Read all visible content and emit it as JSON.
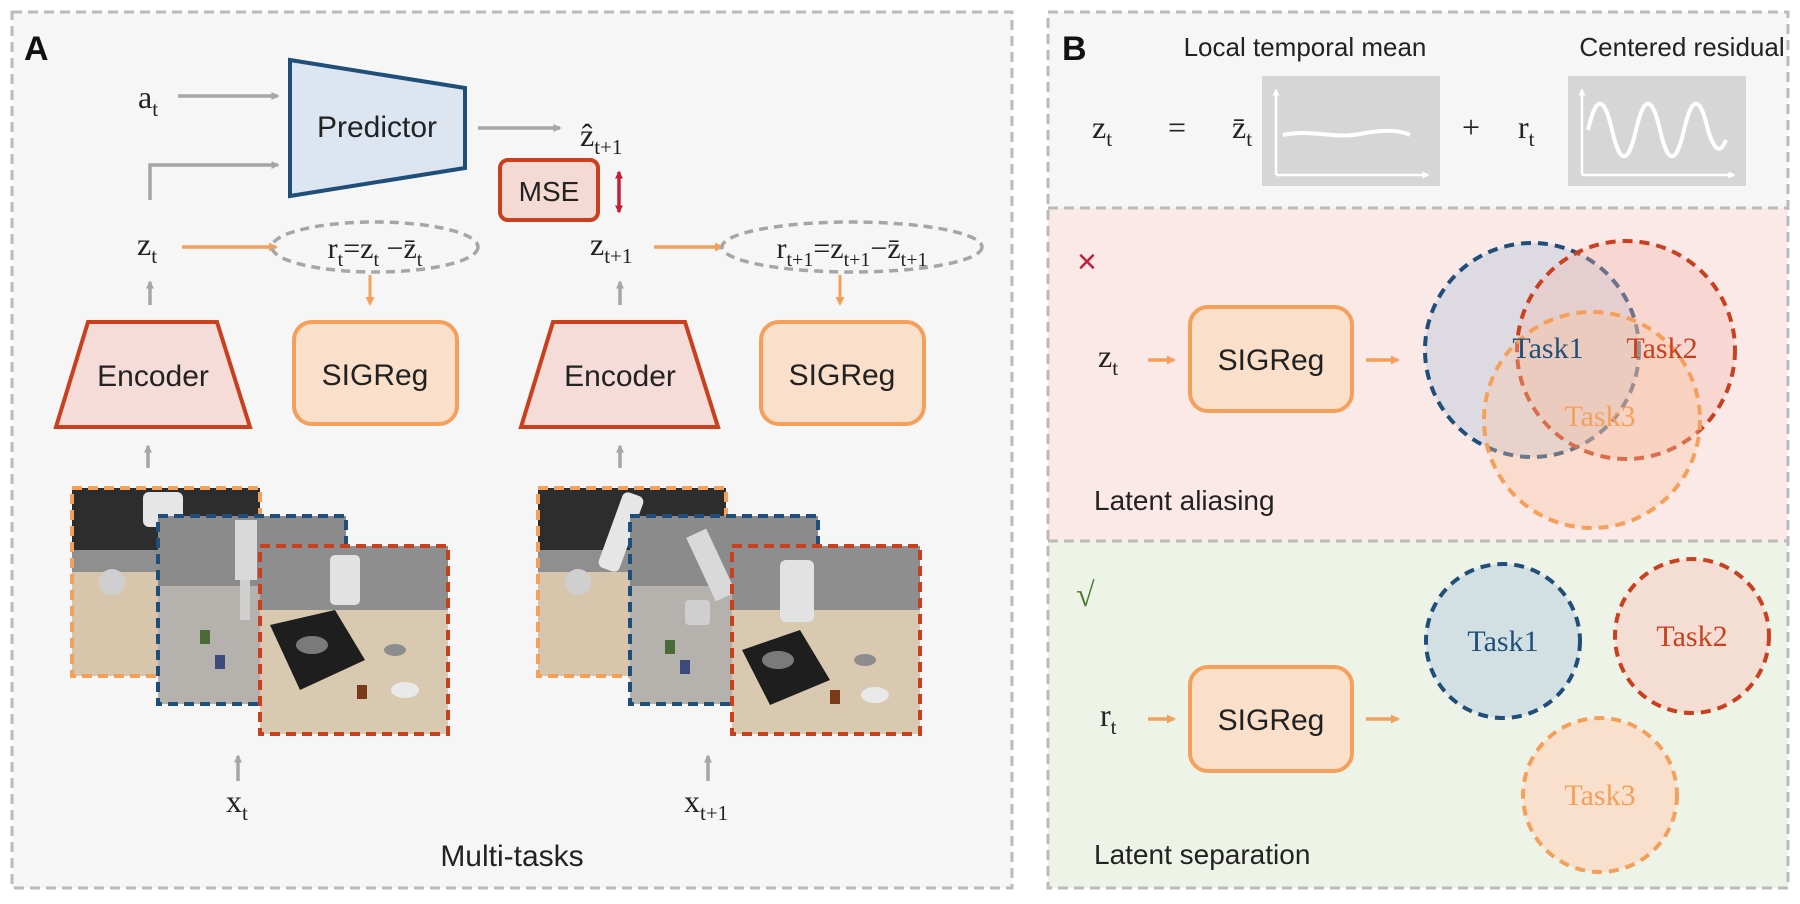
{
  "panel_a": {
    "letter": "A",
    "a_t": {
      "base": "a",
      "sub": "t"
    },
    "predictor": "Predictor",
    "z_hat": {
      "base": "ẑ",
      "sub": "t+1"
    },
    "mse": "MSE",
    "z_t": {
      "base": "z",
      "sub": "t"
    },
    "z_t1": {
      "base": "z",
      "sub": "t+1"
    },
    "residual_t": {
      "r": "r",
      "r_sub": "t",
      "eq": "=",
      "z": "z",
      "z_sub": "t",
      "minus": " −",
      "zbar": "z̄",
      "zbar_sub": "t"
    },
    "residual_t1": {
      "r": "r",
      "r_sub": "t+1",
      "eq": "=",
      "z": "z",
      "z_sub": "t+1",
      "minus": "−",
      "zbar": "z̄",
      "zbar_sub": "t+1"
    },
    "encoder": "Encoder",
    "sigreg": "SIGReg",
    "x_t": {
      "base": "x",
      "sub": "t"
    },
    "x_t1": {
      "base": "x",
      "sub": "t+1"
    },
    "caption": "Multi-tasks"
  },
  "panel_b": {
    "letter": "B",
    "label_mean": "Local temporal mean",
    "label_residual": "Centered residual",
    "eq_z": {
      "base": "z",
      "sub": "t"
    },
    "eq_equals": "=",
    "eq_zbar": {
      "base": "z̄",
      "sub": "t"
    },
    "eq_plus": "+",
    "eq_r": {
      "base": "r",
      "sub": "t"
    },
    "aliasing": {
      "mark": "×",
      "input": {
        "base": "z",
        "sub": "t"
      },
      "box": "SIGReg",
      "caption": "Latent aliasing",
      "tasks": [
        "Task1",
        "Task2",
        "Task3"
      ]
    },
    "separation": {
      "mark": "√",
      "input": {
        "base": "r",
        "sub": "t"
      },
      "box": "SIGReg",
      "caption": "Latent separation",
      "tasks": [
        "Task1",
        "Task2",
        "Task3"
      ]
    }
  },
  "colors": {
    "blue": "#1f4e79",
    "red": "#c9401f",
    "orange": "#f4a05a",
    "gray": "#a6a6a6",
    "crimson": "#c0203a",
    "green": "#4a7a32"
  }
}
